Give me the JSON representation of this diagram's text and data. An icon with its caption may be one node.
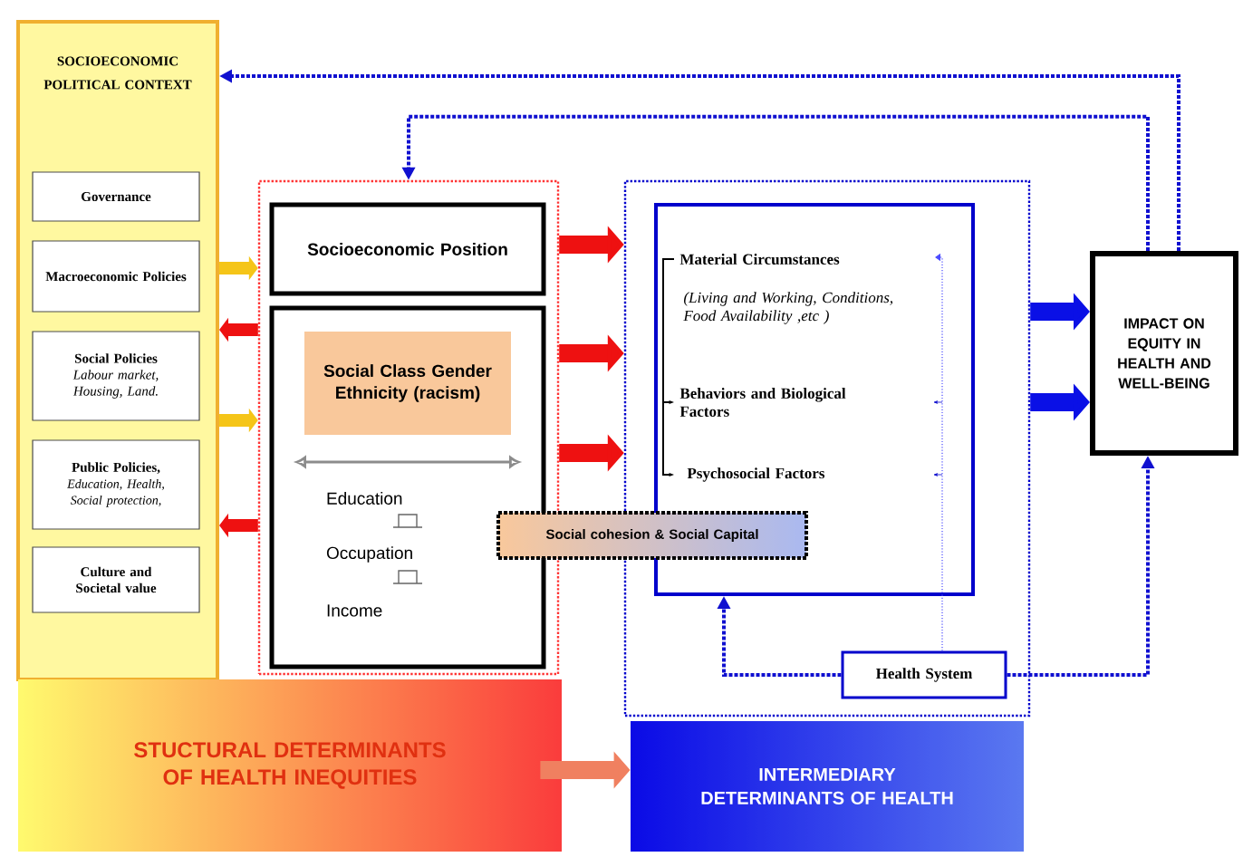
{
  "diagram": {
    "nodes": [
      {
        "text": [
          "SOCIOECONOMIC POLITICAL CONTEXT"
        ]
      },
      {
        "text": [
          "Governance"
        ],
        "in": 0
      },
      {
        "text": [
          "Macroeconomic Policies"
        ],
        "in": 0
      },
      {
        "text": [
          "Social Policies",
          "Labour market, Housing, Land."
        ],
        "in": 0
      },
      {
        "text": [
          "Public Policies,",
          "Education, Health, Social protection,"
        ],
        "in": 0
      },
      {
        "text": [
          "Culture and Societal value"
        ],
        "in": 0
      },
      {
        "text": [],
        "shape": "box"
      },
      {
        "text": [
          "Socioeconomic Position"
        ],
        "in": 6
      },
      {
        "text": [
          "Education",
          "Occupation",
          "Income"
        ],
        "in": 6
      },
      {
        "text": [
          "Social Class Gender Ethnicity (racism)"
        ],
        "in": 8
      },
      {
        "text": [],
        "shape": "box"
      },
      {
        "text": [
          "Material Circumstances",
          "(Living and Working, Conditions, Food Availability ,etc )",
          "Behaviors and Biological Factors",
          "Psychosocial Factors"
        ],
        "in": 10
      },
      {
        "text": [
          "Social cohesion & Social Capital"
        ]
      },
      {
        "text": [
          "Health System"
        ],
        "in": 10
      },
      {
        "text": [
          "IMPACT ON EQUITY IN HEALTH AND WELL-BEING"
        ]
      },
      {
        "text": [
          "STUCTURAL DETERMINANTS OF HEALTH INEQUITIES"
        ]
      },
      {
        "text": [
          "INTERMEDIARY DETERMINANTS OF HEALTH"
        ]
      }
    ],
    "edges": [
      {
        "from": 14,
        "to": 0,
        "arrow": "to",
        "style": "dashed",
        "color": "#1010d0"
      },
      {
        "from": 14,
        "to": 6,
        "arrow": "to",
        "style": "dashed",
        "color": "#1010d0"
      },
      {
        "from": 13,
        "to": 14,
        "arrow": "to",
        "style": "dashed",
        "color": "#1010d0"
      },
      {
        "from": 13,
        "to": 11,
        "arrow": "to",
        "style": "dashed",
        "color": "#1010d0"
      },
      {
        "from": 6,
        "to": 10,
        "arrow": "to",
        "color": "#ee1111"
      },
      {
        "from": 6,
        "to": 10,
        "arrow": "to",
        "color": "#ee1111"
      },
      {
        "from": 6,
        "to": 10,
        "arrow": "to",
        "color": "#ee1111"
      },
      {
        "from": 10,
        "to": 14,
        "arrow": "to",
        "color": "#0a10e6"
      },
      {
        "from": 10,
        "to": 14,
        "arrow": "to",
        "color": "#0a10e6"
      },
      {
        "from": 0,
        "to": 6,
        "arrow": "to",
        "color": "#f5c518"
      },
      {
        "from": 6,
        "to": 0,
        "arrow": "to",
        "color": "#ee1111"
      },
      {
        "from": 0,
        "to": 6,
        "arrow": "to",
        "color": "#f5c518"
      },
      {
        "from": 6,
        "to": 0,
        "arrow": "to",
        "color": "#ee1111"
      },
      {
        "from": 15,
        "to": 16,
        "arrow": "to",
        "color": "#f08060"
      },
      {
        "from": 13,
        "to": 11,
        "arrow": "to",
        "style": "dashed",
        "color": "#4c4cff"
      }
    ]
  }
}
